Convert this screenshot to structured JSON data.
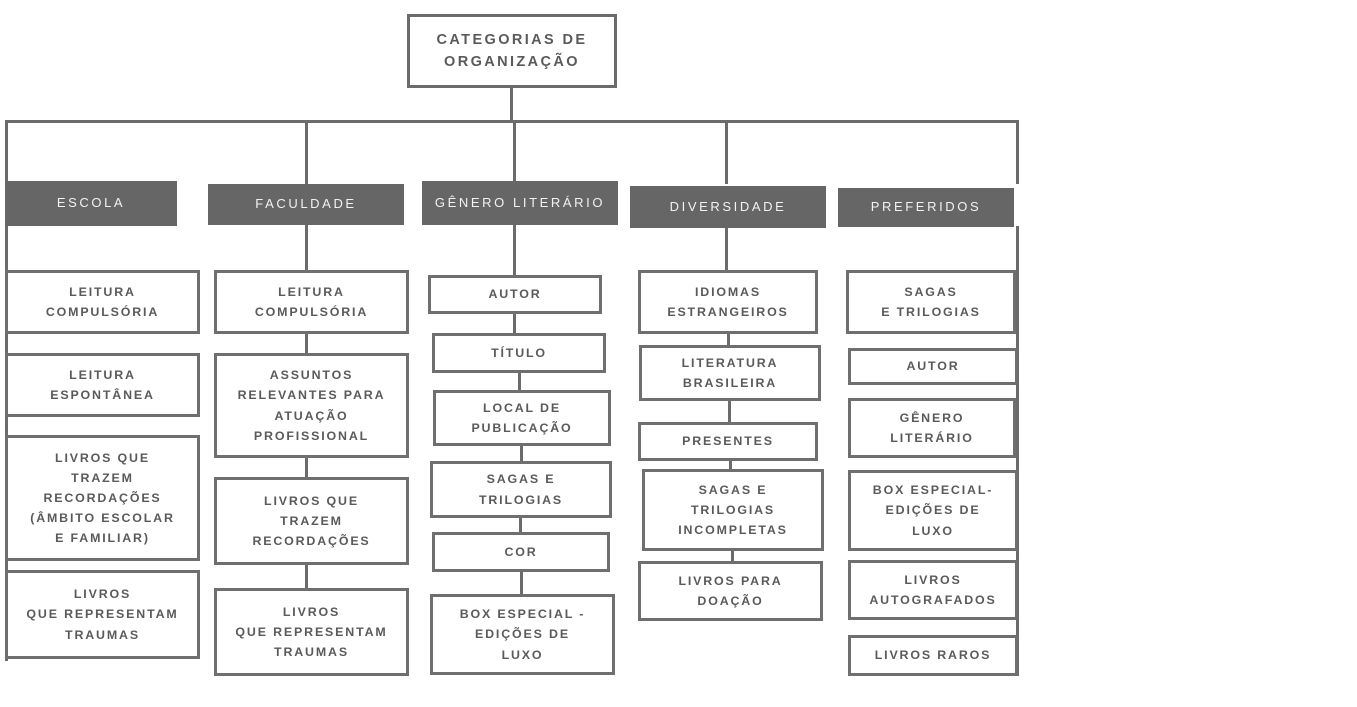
{
  "diagram": {
    "title": "CATEGORIAS DE\nORGANIZAÇÃO",
    "accent_color": "#666666",
    "border_color": "#6f6f6f",
    "text_color": "#5a5a5a",
    "header_text_color": "#f2f2f2",
    "background_color": "#ffffff",
    "type": "organizational-tree",
    "levels": 3
  },
  "columns": [
    {
      "header": "ESCOLA",
      "items": [
        "LEITURA\nCOMPULSÓRIA",
        "LEITURA\nESPONTÂNEA",
        "LIVROS QUE\nTRAZEM\nRECORDAÇÕES\n(ÂMBITO ESCOLAR\nE FAMILIAR)",
        "LIVROS\nQUE REPRESENTAM\nTRAUMAS"
      ]
    },
    {
      "header": "FACULDADE",
      "items": [
        "LEITURA\nCOMPULSÓRIA",
        "ASSUNTOS\nRELEVANTES PARA\nATUAÇÃO\nPROFISSIONAL",
        "LIVROS QUE\nTRAZEM\nRECORDAÇÕES",
        "LIVROS\nQUE REPRESENTAM\nTRAUMAS"
      ]
    },
    {
      "header": "GÊNERO LITERÁRIO",
      "items": [
        "AUTOR",
        "TÍTULO",
        "LOCAL DE\nPUBLICAÇÃO",
        "SAGAS E\nTRILOGIAS",
        "COR",
        "BOX ESPECIAL -\nEDIÇÕES DE\nLUXO"
      ]
    },
    {
      "header": "DIVERSIDADE",
      "items": [
        "IDIOMAS\nESTRANGEIROS",
        "LITERATURA\nBRASILEIRA",
        "PRESENTES",
        "SAGAS E\nTRILOGIAS\nINCOMPLETAS",
        "LIVROS PARA\nDOAÇÃO"
      ]
    },
    {
      "header": "PREFERIDOS",
      "items": [
        "SAGAS\nE TRILOGIAS",
        "AUTOR",
        "GÊNERO\nLITERÁRIO",
        "BOX ESPECIAL-\nEDIÇÕES DE\nLUXO",
        "LIVROS\nAUTOGRAFADOS",
        "LIVROS RAROS"
      ]
    }
  ]
}
